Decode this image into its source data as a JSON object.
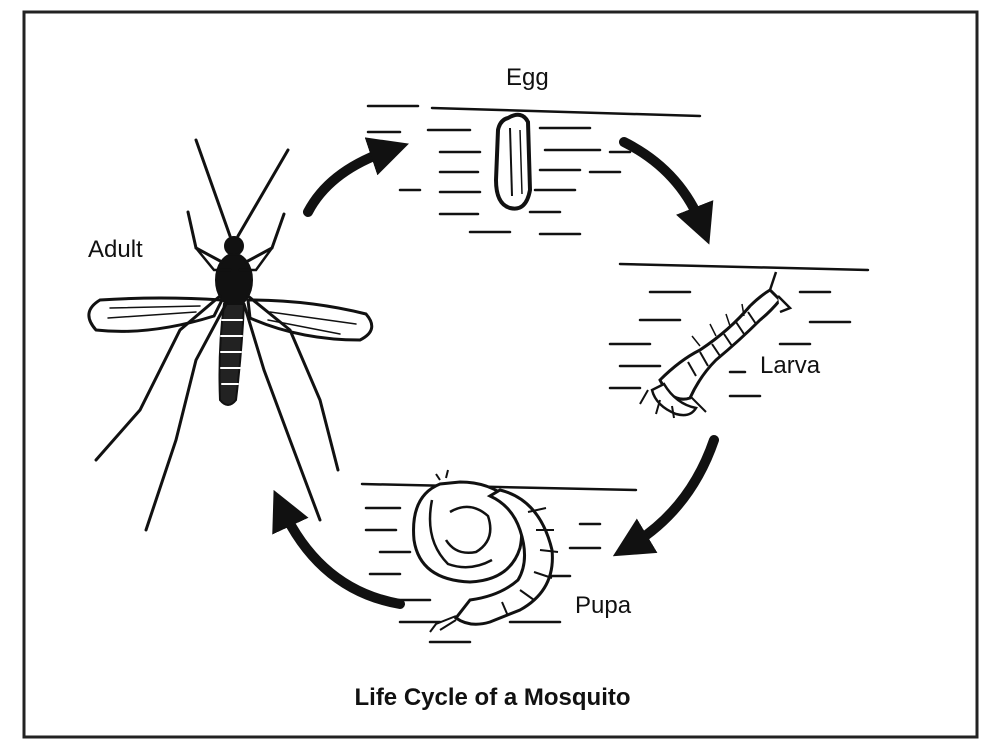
{
  "diagram": {
    "title": "Life Cycle of a Mosquito",
    "stages": {
      "egg": "Egg",
      "larva": "Larva",
      "pupa": "Pupa",
      "adult": "Adult"
    },
    "colors": {
      "ink": "#111111",
      "paper": "#ffffff"
    }
  }
}
